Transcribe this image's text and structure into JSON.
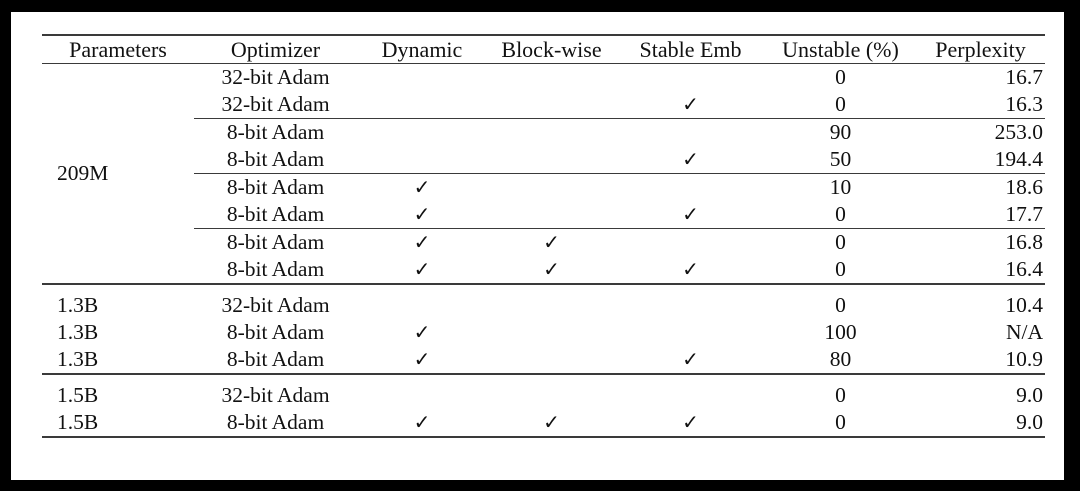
{
  "table": {
    "columns": [
      "Parameters",
      "Optimizer",
      "Dynamic",
      "Block-wise",
      "Stable Emb",
      "Unstable (%)",
      "Perplexity"
    ],
    "check_glyph": "✓",
    "groups": [
      {
        "parameters": "209M",
        "rows": [
          {
            "optimizer": "32-bit Adam",
            "dynamic": "",
            "block_wise": "",
            "stable_emb": "",
            "unstable": "0",
            "perplexity": "16.7",
            "perplexity_bold": false
          },
          {
            "optimizer": "32-bit Adam",
            "dynamic": "",
            "block_wise": "",
            "stable_emb": "✓",
            "unstable": "0",
            "perplexity": "16.3",
            "perplexity_bold": true
          },
          {
            "optimizer": "8-bit Adam",
            "dynamic": "",
            "block_wise": "",
            "stable_emb": "",
            "unstable": "90",
            "perplexity": "253.0",
            "perplexity_bold": false
          },
          {
            "optimizer": "8-bit Adam",
            "dynamic": "",
            "block_wise": "",
            "stable_emb": "✓",
            "unstable": "50",
            "perplexity": "194.4",
            "perplexity_bold": true
          },
          {
            "optimizer": "8-bit Adam",
            "dynamic": "✓",
            "block_wise": "",
            "stable_emb": "",
            "unstable": "10",
            "perplexity": "18.6",
            "perplexity_bold": false
          },
          {
            "optimizer": "8-bit Adam",
            "dynamic": "✓",
            "block_wise": "",
            "stable_emb": "✓",
            "unstable": "0",
            "perplexity": "17.7",
            "perplexity_bold": true
          },
          {
            "optimizer": "8-bit Adam",
            "dynamic": "✓",
            "block_wise": "✓",
            "stable_emb": "",
            "unstable": "0",
            "perplexity": "16.8",
            "perplexity_bold": false
          },
          {
            "optimizer": "8-bit Adam",
            "dynamic": "✓",
            "block_wise": "✓",
            "stable_emb": "✓",
            "unstable": "0",
            "perplexity": "16.4",
            "perplexity_bold": true
          }
        ]
      },
      {
        "parameters": "",
        "rows": [
          {
            "parameters": "1.3B",
            "optimizer": "32-bit Adam",
            "dynamic": "",
            "block_wise": "",
            "stable_emb": "",
            "unstable": "0",
            "perplexity": "10.4",
            "perplexity_bold": false
          },
          {
            "parameters": "1.3B",
            "optimizer": "8-bit Adam",
            "dynamic": "✓",
            "block_wise": "",
            "stable_emb": "",
            "unstable": "100",
            "perplexity": "N/A",
            "perplexity_bold": false
          },
          {
            "parameters": "1.3B",
            "optimizer": "8-bit Adam",
            "dynamic": "✓",
            "block_wise": "",
            "stable_emb": "✓",
            "unstable": "80",
            "perplexity": "10.9",
            "perplexity_bold": false
          }
        ]
      },
      {
        "parameters": "",
        "rows": [
          {
            "parameters": "1.5B",
            "optimizer": "32-bit Adam",
            "dynamic": "",
            "block_wise": "",
            "stable_emb": "",
            "unstable": "0",
            "perplexity": "9.0",
            "perplexity_bold": false
          },
          {
            "parameters": "1.5B",
            "optimizer": "8-bit Adam",
            "dynamic": "✓",
            "block_wise": "✓",
            "stable_emb": "✓",
            "unstable": "0",
            "perplexity": "9.0",
            "perplexity_bold": false
          }
        ]
      }
    ]
  }
}
